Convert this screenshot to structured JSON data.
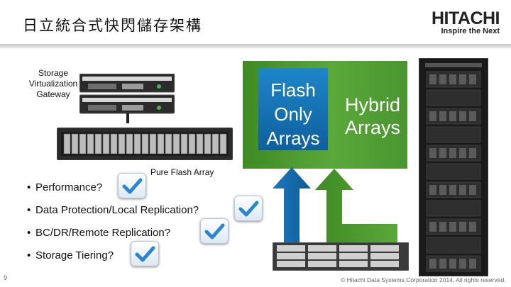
{
  "header": {
    "title": "日立統合式快閃儲存架構",
    "brand_logo": "HITACHI",
    "brand_tagline": "Inspire the Next"
  },
  "diagram": {
    "gateway_label_lines": [
      "Storage",
      "Virtualization",
      "Gateway"
    ],
    "flash_only_lines": [
      "Flash",
      "Only",
      "Arrays"
    ],
    "hybrid_lines": [
      "Hybrid",
      "Arrays"
    ],
    "pure_flash_label": "Pure Flash Array"
  },
  "bullets": [
    {
      "text": "Performance?"
    },
    {
      "text": "Data Protection/Local Replication?"
    },
    {
      "text": "BC/DR/Remote Replication?"
    },
    {
      "text": "Storage Tiering?"
    }
  ],
  "footer": {
    "page_number": "9",
    "copyright": "© Hitachi Data Systems Corporation 2014. All rights reserved."
  },
  "colors": {
    "green": "#4f9a2e",
    "blue": "#1773b5",
    "check_blue": "#2a86d0"
  },
  "icons": [
    "check-icon",
    "upload-arrow-icon",
    "rack-icon",
    "server-icon"
  ]
}
